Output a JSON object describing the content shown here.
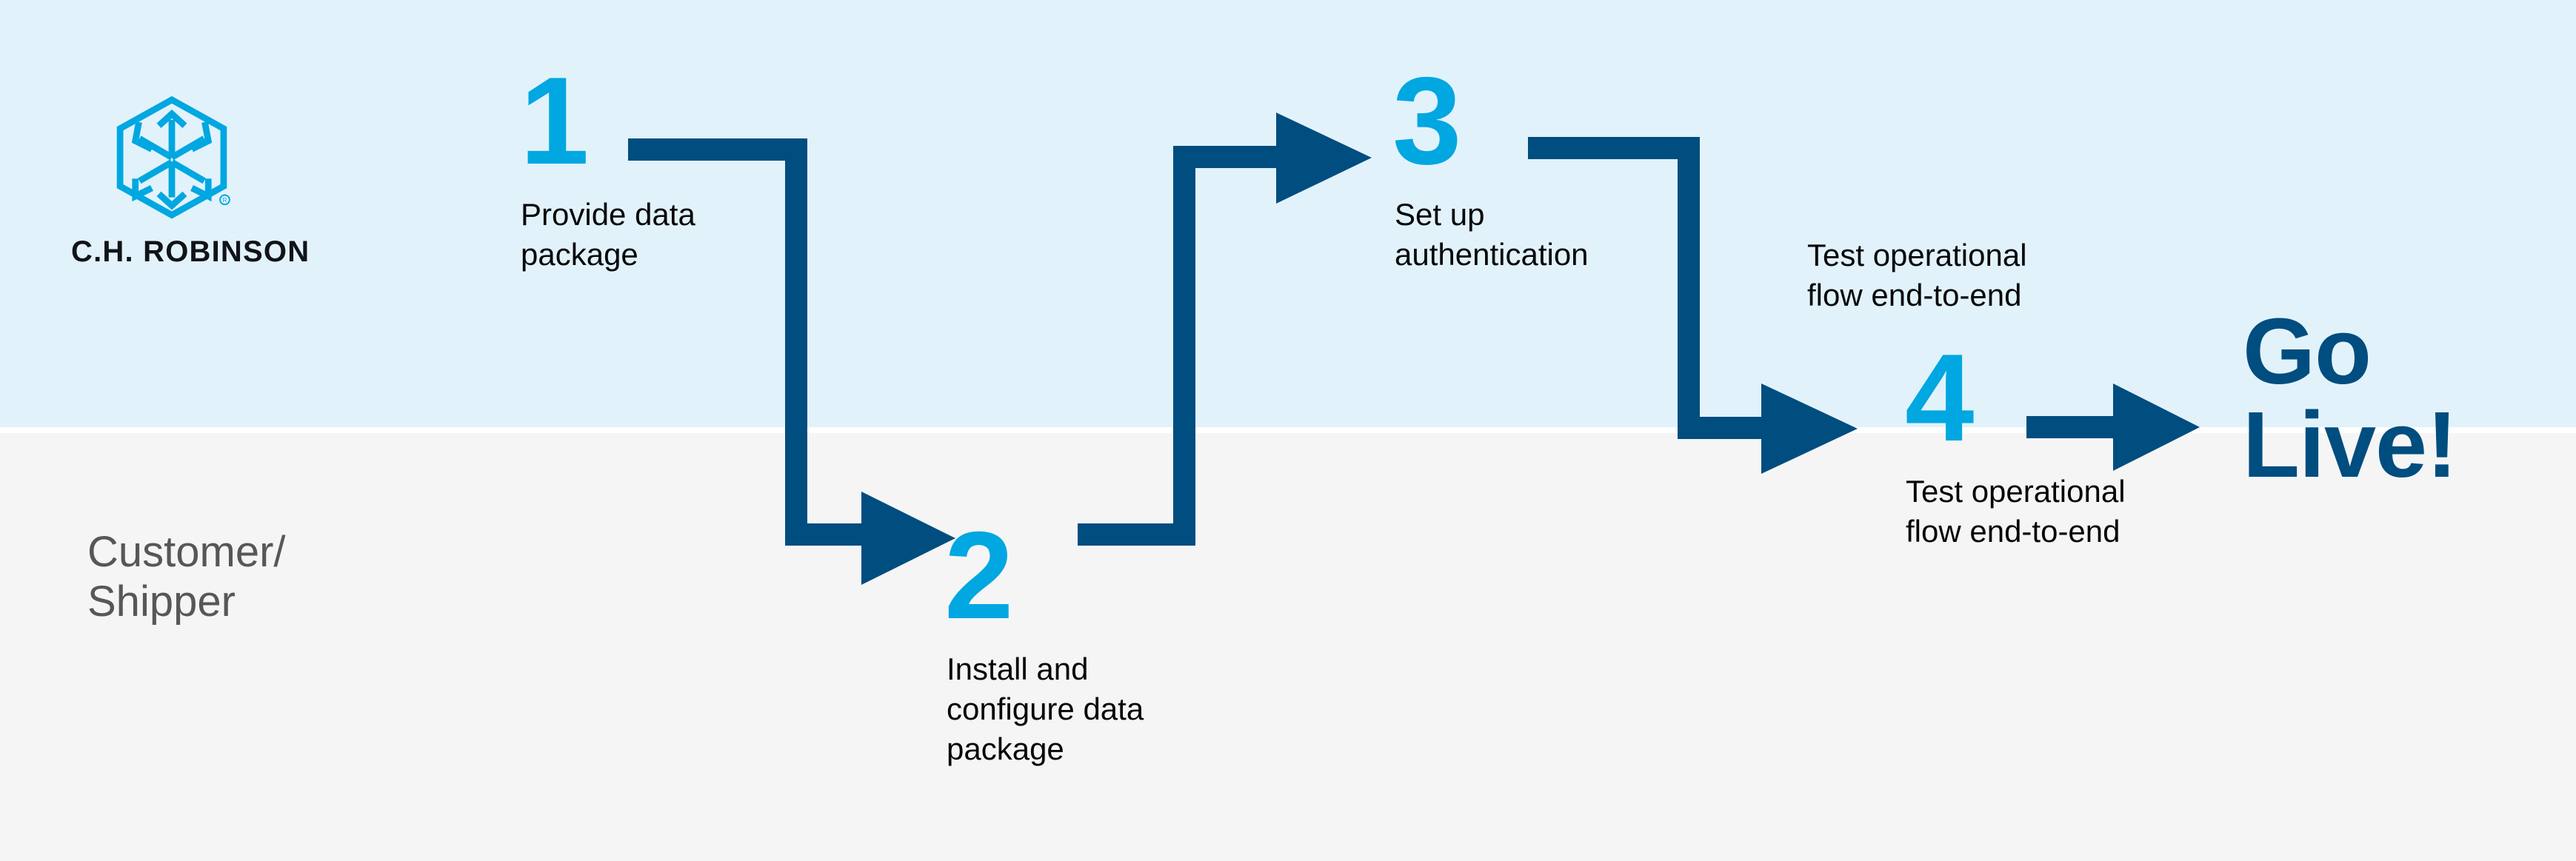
{
  "brand": {
    "logo_icon": "ch-robinson-hexagon-logo",
    "wordmark": "C.H. ROBINSON",
    "registered_mark": "®",
    "primary_blue": "#00a7e1",
    "dark_navy": "#004d7f",
    "band_top_color": "#e2f2fb",
    "band_bottom_color": "#f5f5f5"
  },
  "lanes": {
    "top_label": "",
    "bottom_label": "Customer/\nShipper"
  },
  "steps": [
    {
      "number": "1",
      "text": "Provide data\npackage",
      "lane": "top"
    },
    {
      "number": "2",
      "text": "Install and\nconfigure data\npackage",
      "lane": "bottom"
    },
    {
      "number": "3",
      "text": "Set up\nauthentication",
      "lane": "top"
    },
    {
      "number": "4",
      "text": "Test operational\nflow end-to-end",
      "lane": "boundary"
    }
  ],
  "captions": {
    "test_flow_top": "Test operational\nflow end-to-end"
  },
  "outcome": {
    "label": "Go\nLive!"
  },
  "connectors": [
    {
      "name": "step-1-to-step-2",
      "from": "1",
      "to": "2",
      "shape": "down-elbow"
    },
    {
      "name": "step-2-to-step-3",
      "from": "2",
      "to": "3",
      "shape": "up-elbow"
    },
    {
      "name": "step-3-to-step-4",
      "from": "3",
      "to": "4",
      "shape": "down-elbow"
    },
    {
      "name": "step-4-to-go-live",
      "from": "4",
      "to": "Go Live!",
      "shape": "straight"
    }
  ]
}
